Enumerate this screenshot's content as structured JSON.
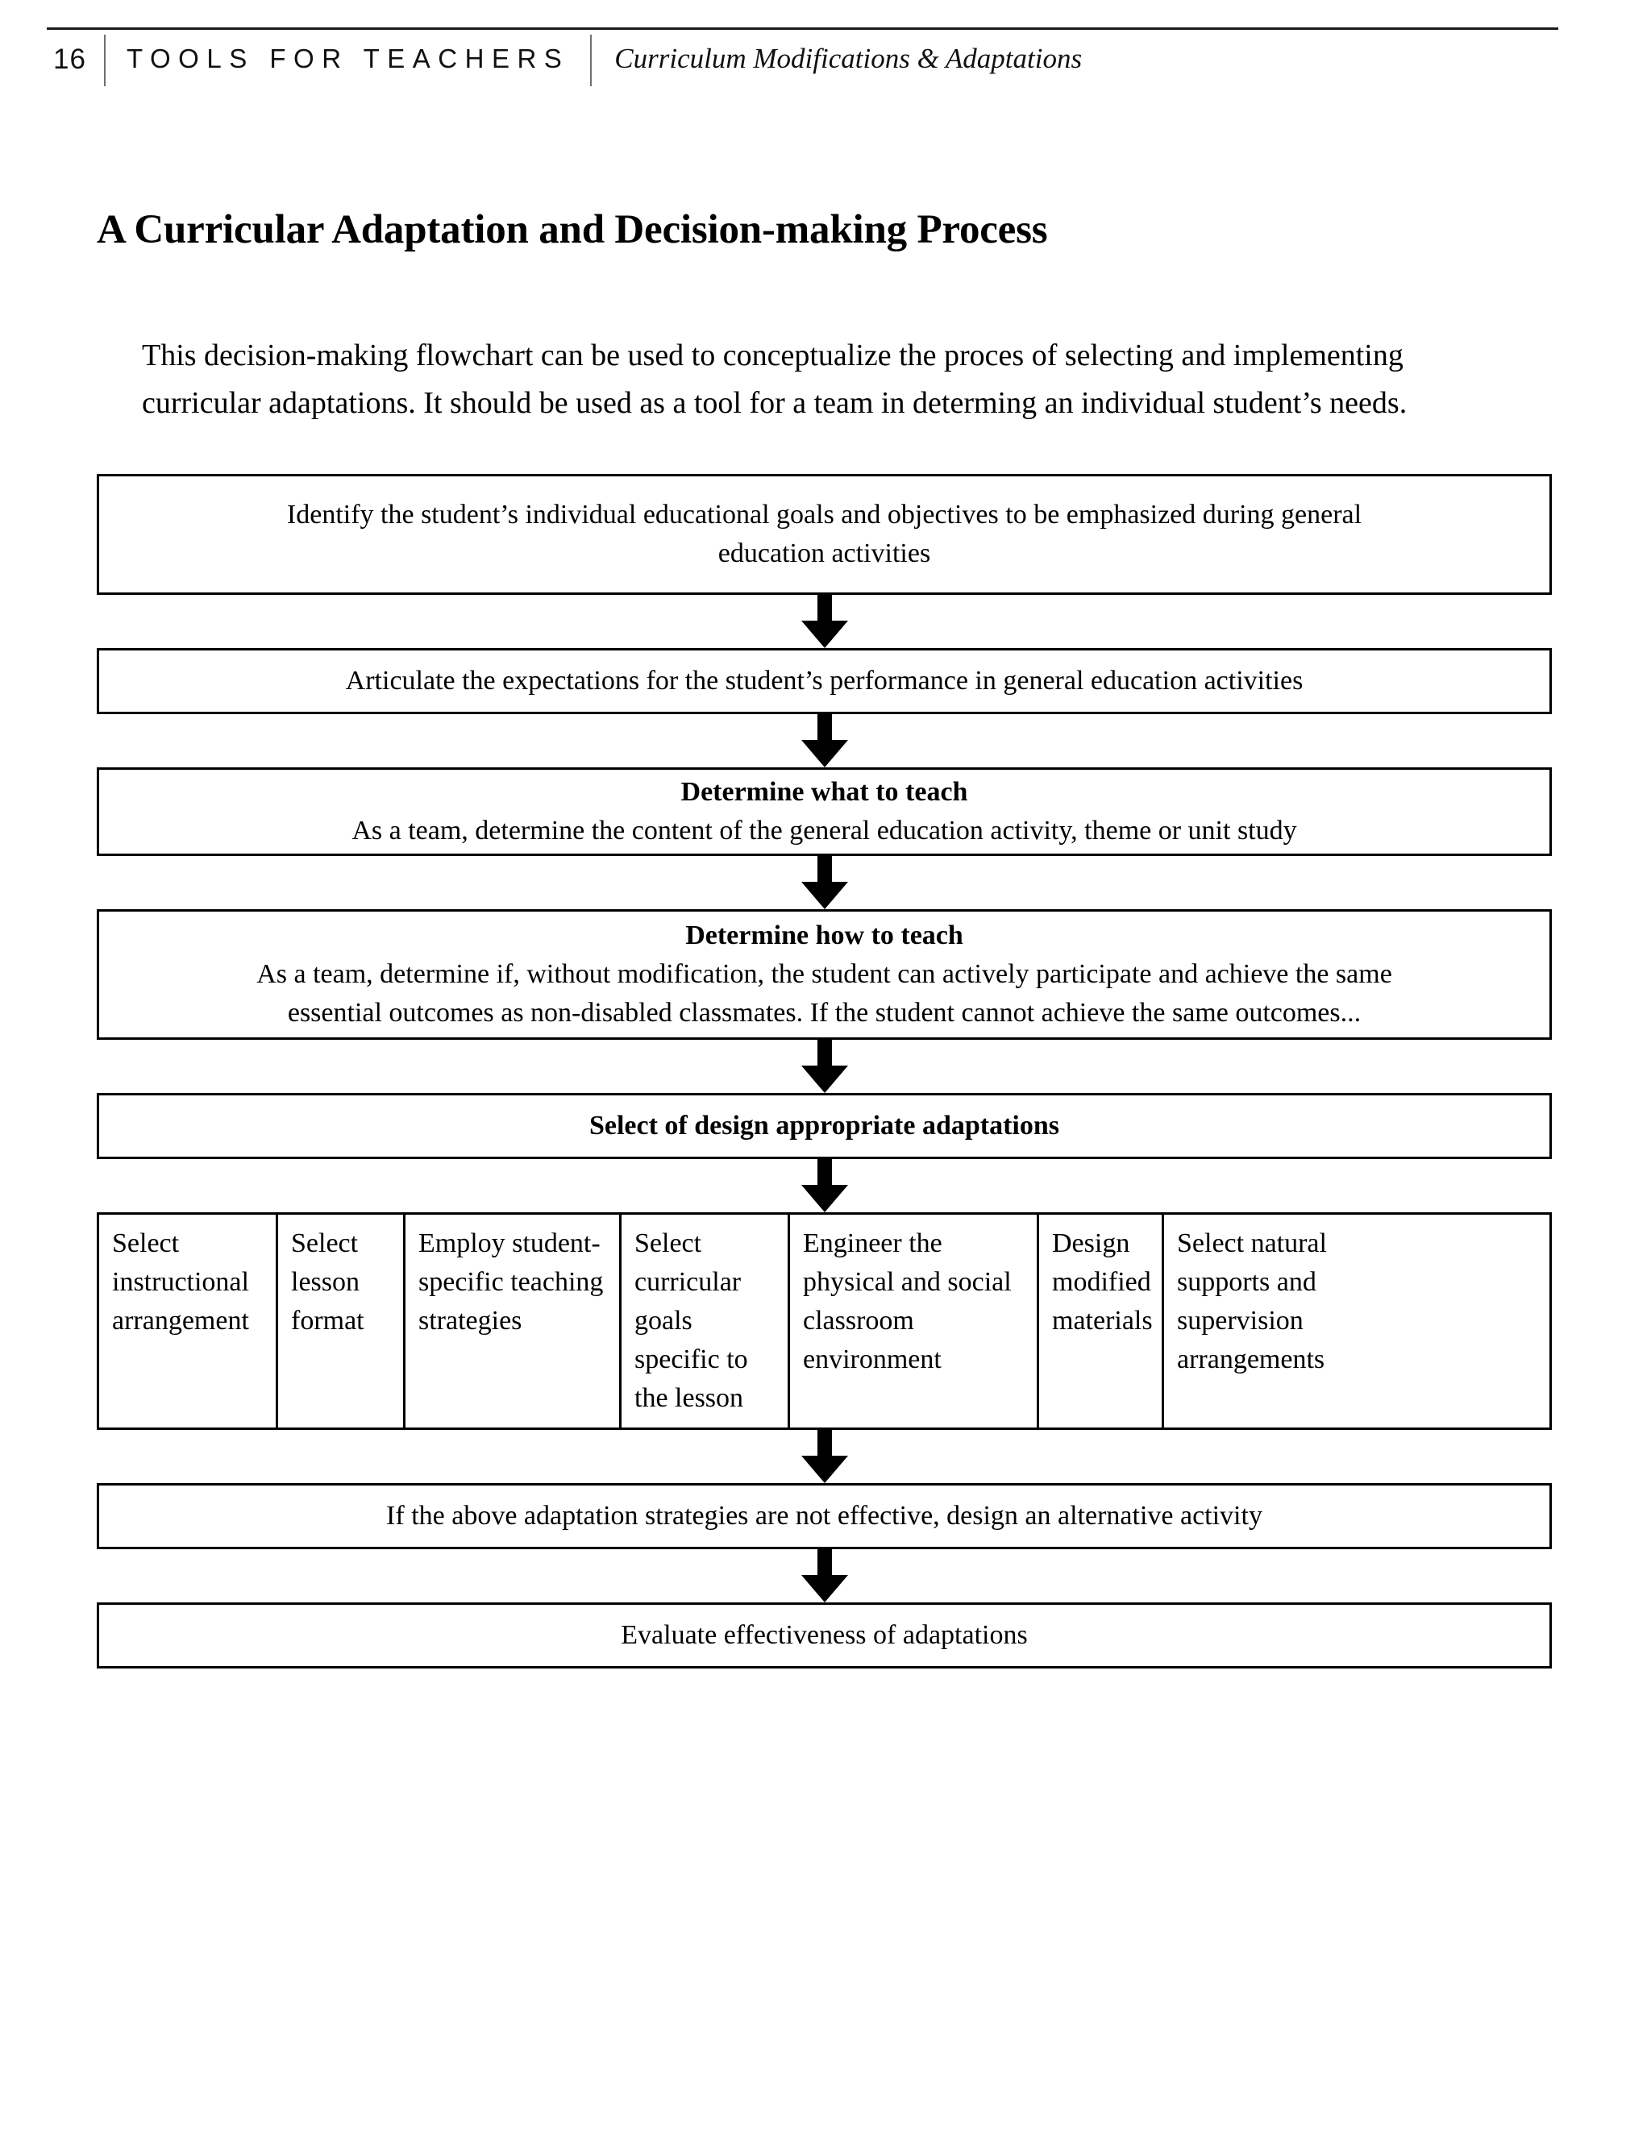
{
  "header": {
    "page_number": "16",
    "series_title": "TOOLS FOR TEACHERS",
    "subtitle": "Curriculum Modifications & Adaptations"
  },
  "title": "A Curricular Adaptation and Decision-making Process",
  "intro": "This decision-making flowchart can be used to conceptualize the proces of selecting and implementing curricular adaptations. It should be used as a tool for a team in determing an individual student’s needs.",
  "flow": {
    "step1": {
      "line1": "Identify the student’s individual educational goals and objectives to be emphasized during general",
      "line2": "education activities"
    },
    "step2": {
      "line1": "Articulate the expectations for the student’s performance in general education activities"
    },
    "step3": {
      "heading": "Determine what to teach",
      "line1": "As a team, determine the content of the general education activity, theme or unit study"
    },
    "step4": {
      "heading": "Determine how to teach",
      "line1": "As a team, determine if, without modification, the student can actively participate and achieve the same",
      "line2": "essential outcomes as non-disabled classmates. If the student cannot achieve the same outcomes..."
    },
    "step5": {
      "heading": "Select of design appropriate adaptations"
    },
    "options": [
      {
        "text": "Select instructional arrangement"
      },
      {
        "text": "Select lesson format"
      },
      {
        "text": "Employ student-specific teaching strategies"
      },
      {
        "text": "Select curricular goals specific to the lesson"
      },
      {
        "text": "Engineer the physical and social classroom environment"
      },
      {
        "text": "Design modified materials"
      },
      {
        "text": "Select natural supports and supervision arrangements"
      }
    ],
    "step7": {
      "line1": "If the above adaptation strategies are not effective, design an alternative activity"
    },
    "step8": {
      "line1": "Evaluate effectiveness of adaptations"
    }
  },
  "icons": {
    "arrow": "down-arrow-icon"
  },
  "colors": {
    "ink": "#000000",
    "page": "#ffffff",
    "rule": "#1a1a1a"
  }
}
